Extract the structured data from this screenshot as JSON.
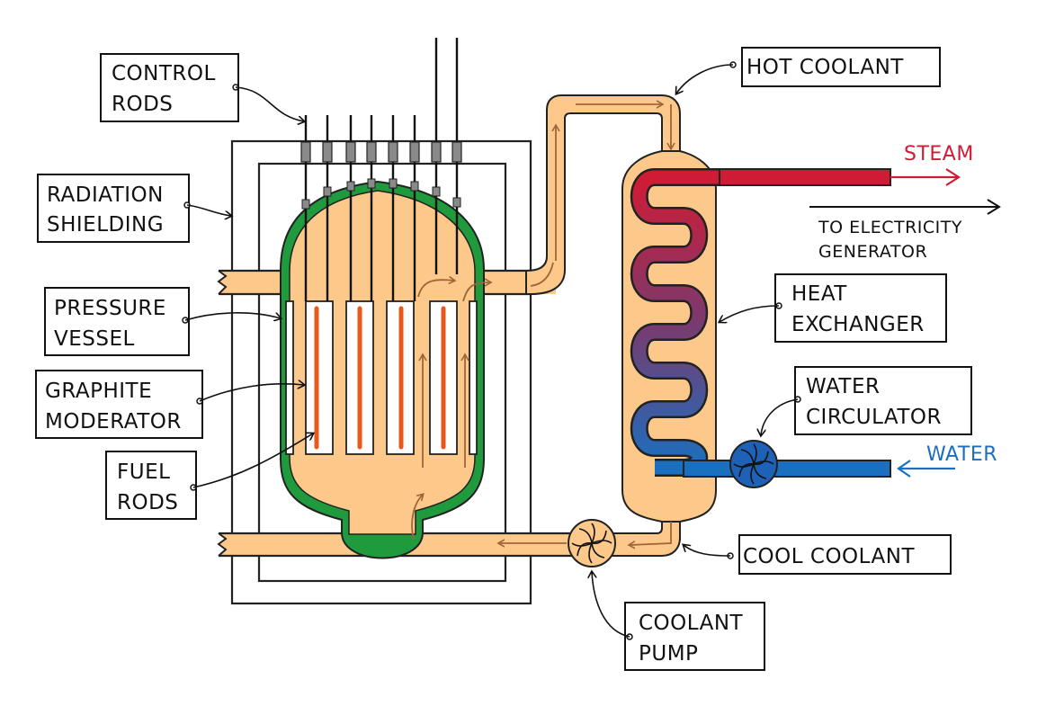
{
  "labels": {
    "control_rods": [
      "CONTROL",
      "RODS"
    ],
    "radiation_shielding": [
      "RADIATION",
      "SHIELDING"
    ],
    "pressure_vessel": [
      "PRESSURE",
      "VESSEL"
    ],
    "graphite_moderator": [
      "GRAPHITE",
      "MODERATOR"
    ],
    "fuel_rods": [
      "FUEL",
      "RODS"
    ],
    "hot_coolant": "HOT  COOLANT",
    "steam": "STEAM",
    "to_electricity_generator": [
      "TO ELECTRICITY",
      "GENERATOR"
    ],
    "heat_exchanger": [
      "HEAT",
      "EXCHANGER"
    ],
    "water_circulator": [
      "WATER",
      "CIRCULATOR"
    ],
    "water": "WATER",
    "cool_coolant": "COOL  COOLANT",
    "coolant_pump": [
      "COOLANT",
      "PUMP"
    ]
  },
  "colors": {
    "coolant": "#fcc98a",
    "vessel": "#1f9a3c",
    "fuel": "#e8581a",
    "control_rod_sleeve": "#8a8a8a",
    "steam": "#d01b35",
    "water": "#1a6fc0",
    "pump_blue": "#1e62b8",
    "flow_arrow": "#a0643a"
  },
  "icons": [
    "coolant-pump-icon",
    "water-circulator-icon"
  ]
}
